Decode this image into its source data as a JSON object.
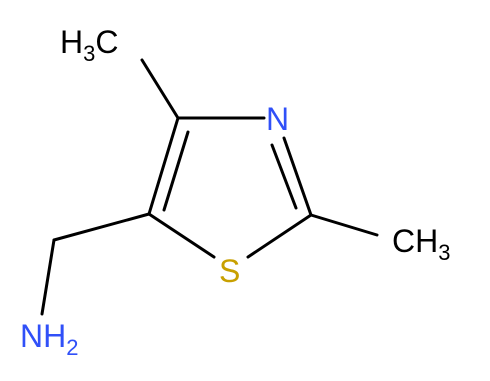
{
  "diagram": {
    "atoms": {
      "methyl_top": {
        "main": "H",
        "sub": "3",
        "tail": "C"
      },
      "nitrogen": {
        "symbol": "N"
      },
      "methyl_right": {
        "main": "CH",
        "sub": "3"
      },
      "sulfur": {
        "symbol": "S"
      },
      "amine": {
        "main": "NH",
        "sub": "2"
      }
    },
    "colors": {
      "bond": "#000000",
      "carbon_text": "#000000",
      "nitrogen_text": "#3050F8",
      "sulfur_text": "#C8A000"
    }
  }
}
